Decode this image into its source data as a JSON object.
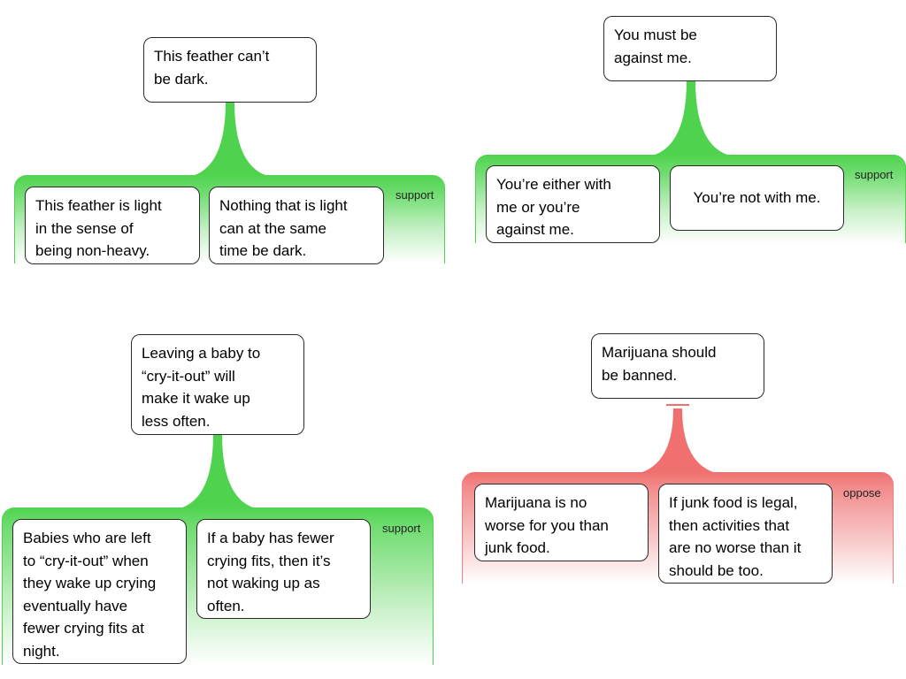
{
  "colors": {
    "support": "#4fd34f",
    "oppose": "#f07070",
    "box_border": "#2b2b2b"
  },
  "maps": [
    {
      "relation": "support",
      "claim": "This feather can’t\nbe dark.",
      "label": "support",
      "premises": [
        "This feather is light\nin the sense of\nbeing non-heavy.",
        "Nothing that is light\ncan at the same\ntime be dark."
      ]
    },
    {
      "relation": "support",
      "claim": "You must be\nagainst me.",
      "label": "support",
      "premises": [
        "You’re either with\nme or you’re\nagainst me.",
        "You’re not with me."
      ]
    },
    {
      "relation": "support",
      "claim": "Leaving a baby to\n“cry-it-out” will\nmake it wake up\nless often.",
      "label": "support",
      "premises": [
        "Babies who are left\nto “cry-it-out” when\nthey wake up crying\neventually have\nfewer crying fits at\nnight.",
        "If a baby has fewer\ncrying fits, then it’s\nnot waking up as\noften."
      ]
    },
    {
      "relation": "oppose",
      "claim": "Marijuana should\nbe banned.",
      "label": "oppose",
      "premises": [
        "Marijuana is no\nworse for you than\njunk food.",
        "If junk food is legal,\nthen activities that\nare no worse than it\nshould be too."
      ]
    }
  ]
}
